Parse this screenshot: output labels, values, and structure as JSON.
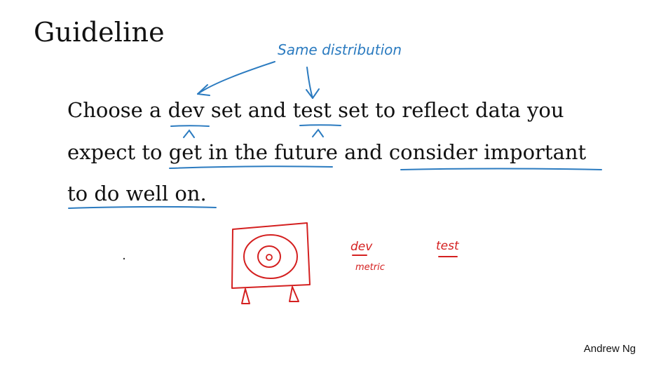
{
  "slide": {
    "title": "Guideline",
    "body": {
      "line1": [
        "Choose a ",
        "dev",
        " set and ",
        "test",
        " set to reflect data you"
      ],
      "line2": [
        "expect to ",
        "get in the future",
        " and ",
        "consider important"
      ],
      "line3": [
        "to do well on."
      ]
    },
    "footer": "Andrew Ng"
  },
  "annotations": {
    "top_note": "Same distribution",
    "dev_label": "dev",
    "metric_label": "metric",
    "test_label": "test"
  },
  "colors": {
    "text": "#111111",
    "annotation_blue": "#2b7bc0",
    "annotation_red": "#d42020"
  }
}
